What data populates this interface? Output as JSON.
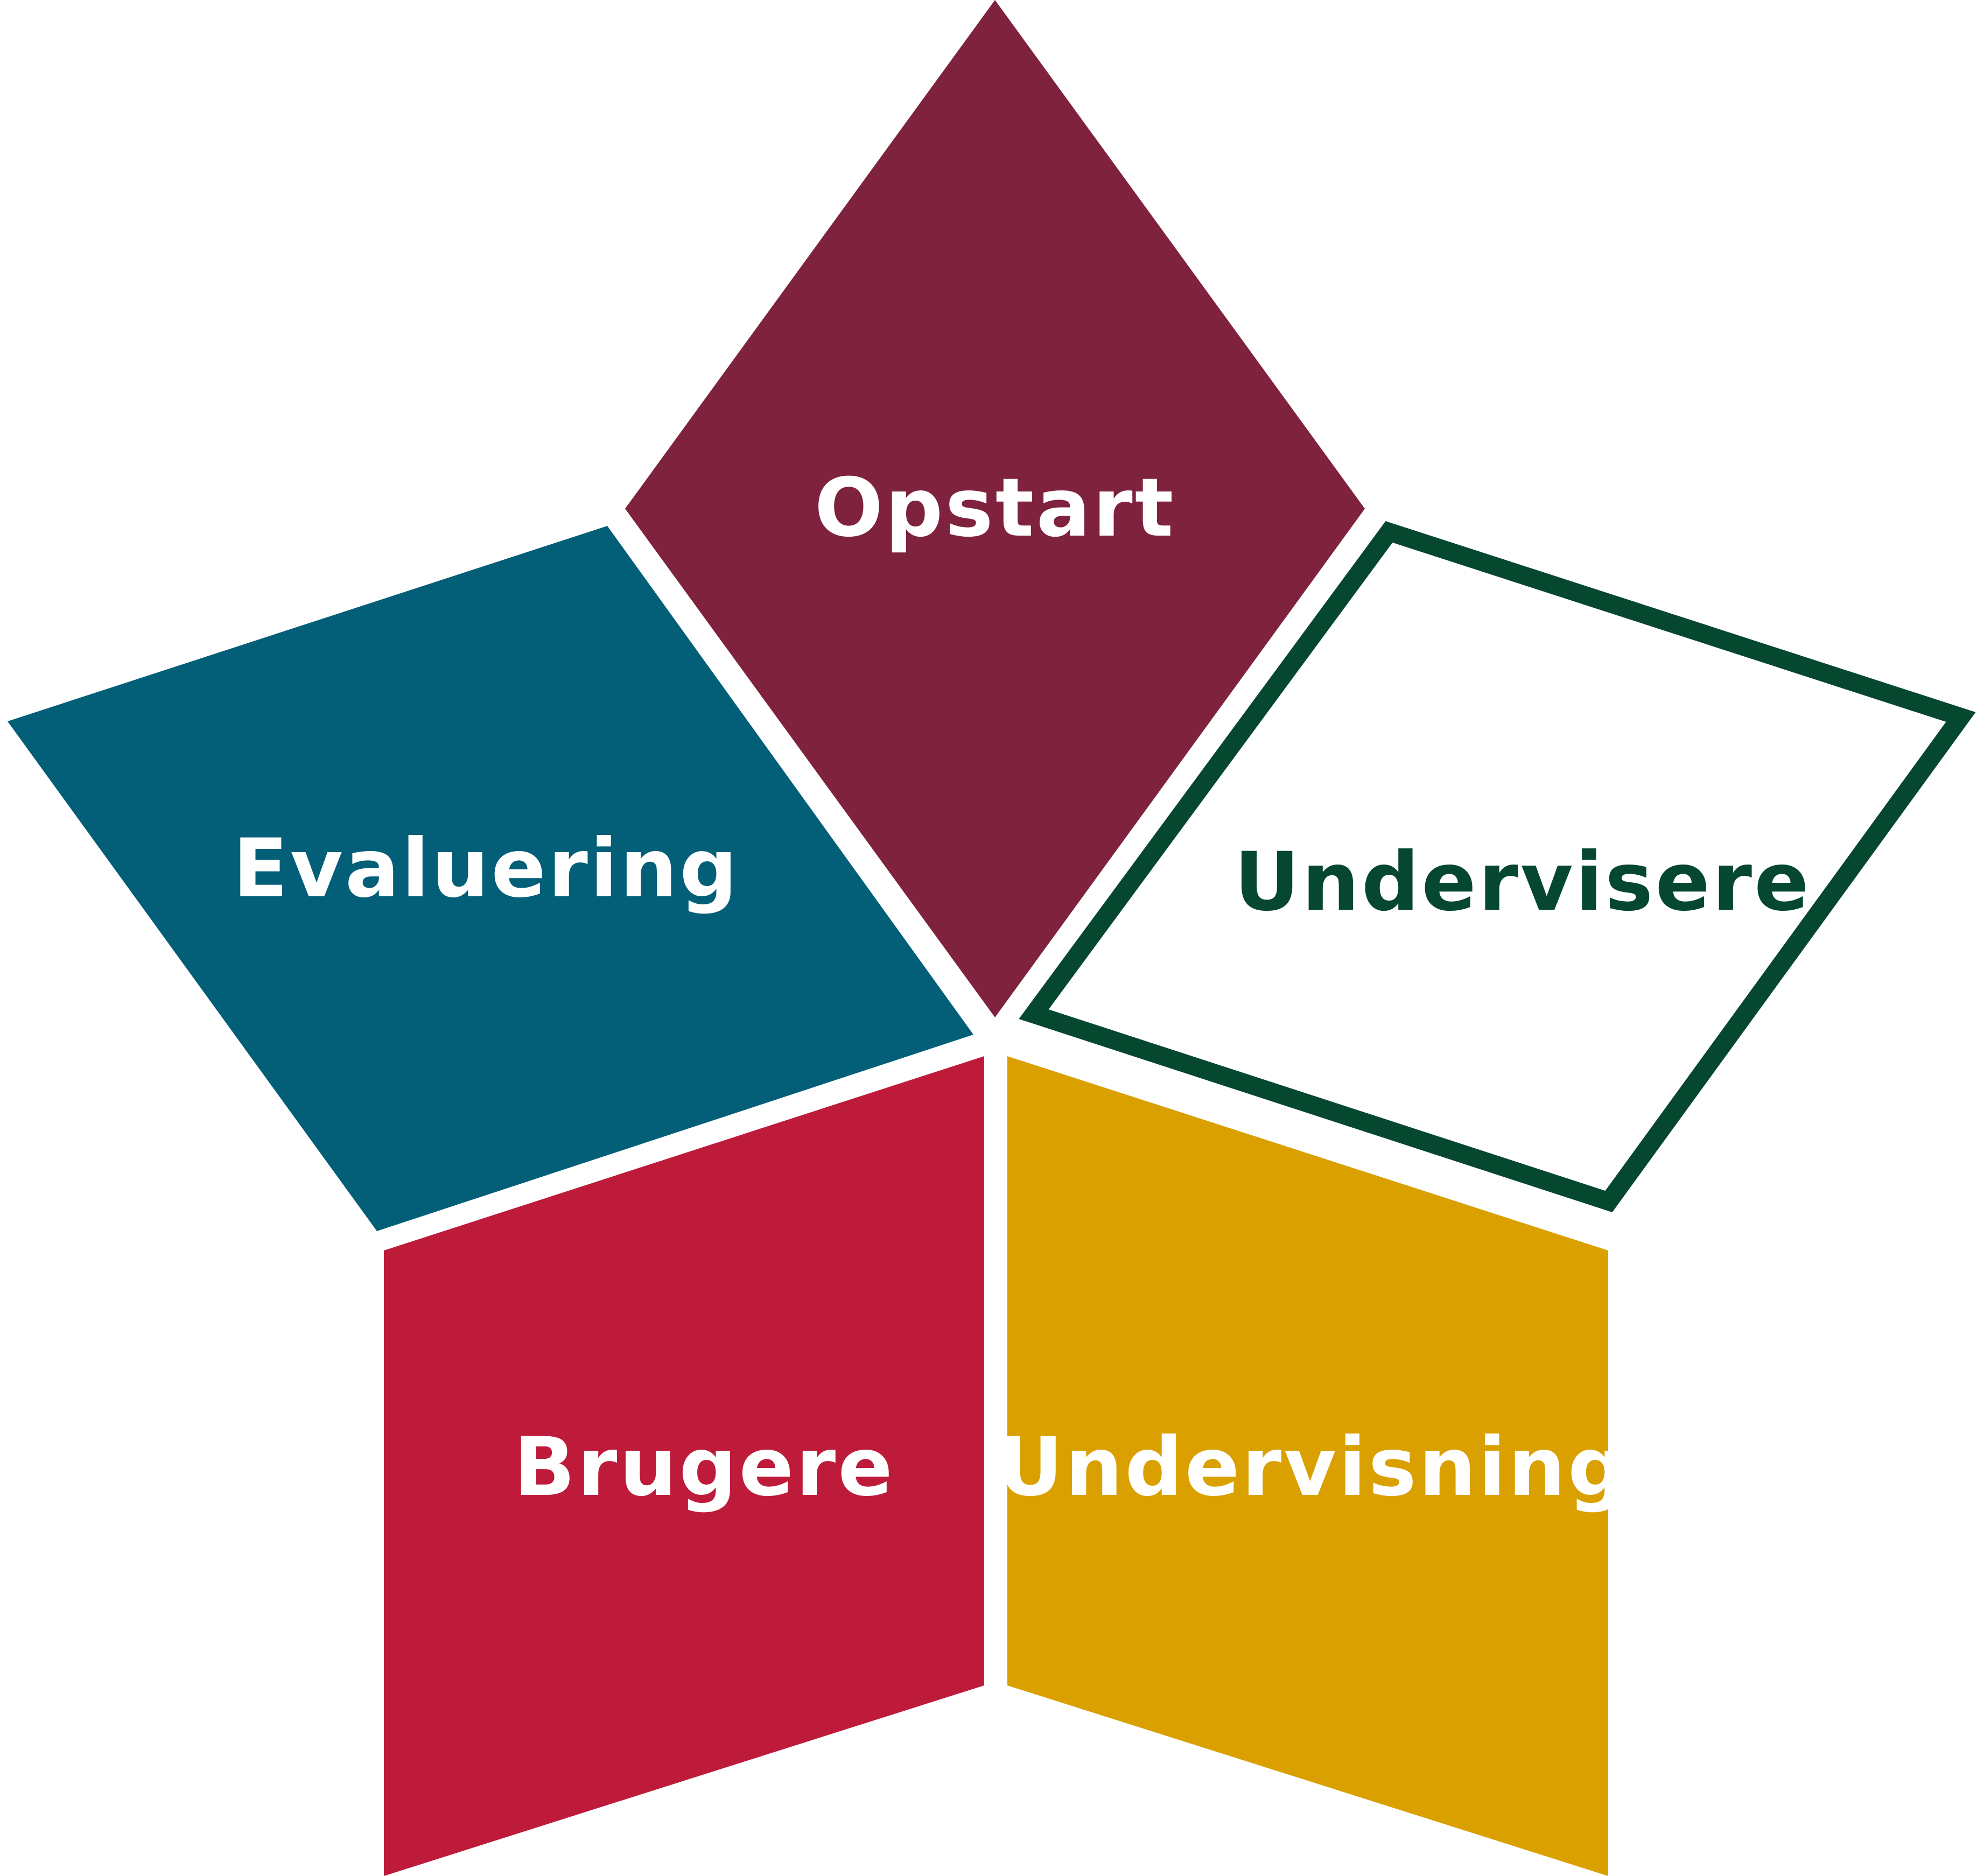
{
  "diagram": {
    "petals": [
      {
        "id": "opstart",
        "label": "Opstart",
        "fill": "#7E223E",
        "text_color": "#FFFFFF",
        "outlined": false
      },
      {
        "id": "undervisere",
        "label": "Undervisere",
        "fill": "#FFFFFF",
        "stroke": "#064730",
        "text_color": "#064730",
        "outlined": true
      },
      {
        "id": "undervisning",
        "label": "Undervisning",
        "fill": "#DAA000",
        "text_color": "#FFFFFF",
        "outlined": false
      },
      {
        "id": "brugere",
        "label": "Brugere",
        "fill": "#BE1B3B",
        "text_color": "#FFFFFF",
        "outlined": false
      },
      {
        "id": "evaluering",
        "label": "Evaluering",
        "fill": "#035E78",
        "text_color": "#FFFFFF",
        "outlined": false
      }
    ]
  }
}
